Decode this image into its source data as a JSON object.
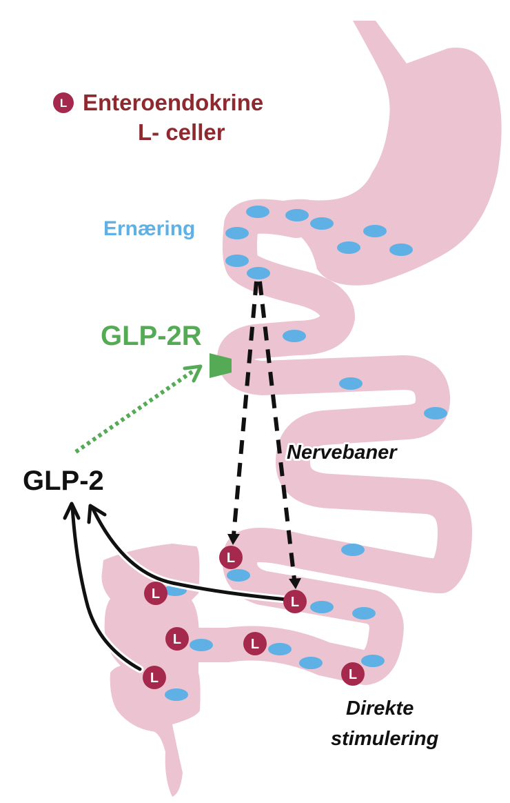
{
  "title": "GLP-2 secretion from enteroendocrine L-cells",
  "legend": {
    "icon": "l-cell-icon",
    "icon_letter": "L",
    "line1": "Enteroendokrine",
    "line2": "L- celler"
  },
  "labels": {
    "nutrition": "Ernæring",
    "receptor": "GLP-2R",
    "hormone": "GLP-2",
    "neural": "Nervebaner",
    "direct_line1": "Direkte",
    "direct_line2": "stimulering"
  },
  "cell_letter": "L",
  "colors": {
    "gut": "#ecc3d0",
    "nutrient": "#5eb0e5",
    "l_cell": "#a4294d",
    "legend_text": "#8e2a2f",
    "receptor": "#55aa55",
    "arrow": "#111111"
  },
  "pathways": [
    {
      "name": "neural",
      "from": "nutrient in duodenum",
      "to": "L-cells in ileum",
      "style": "dashed"
    },
    {
      "name": "direct",
      "from": "L-cells",
      "to": "GLP-2",
      "style": "solid"
    },
    {
      "name": "receptor-binding",
      "from": "GLP-2",
      "to": "GLP-2R",
      "style": "dotted"
    }
  ]
}
